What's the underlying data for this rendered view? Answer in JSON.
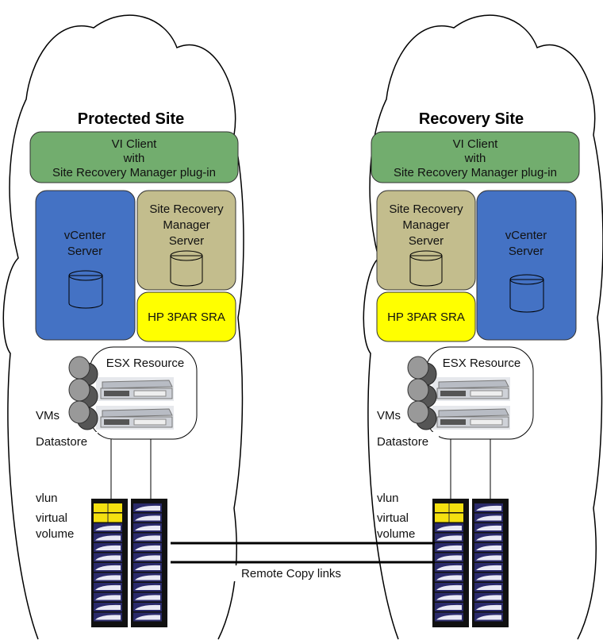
{
  "sites": [
    {
      "title": "Protected Site",
      "client": [
        "VI Client",
        "with",
        "Site Recovery Manager plug-in"
      ],
      "vcenter": [
        "vCenter",
        "Server"
      ],
      "srm": [
        "Site Recovery",
        "Manager",
        "Server"
      ],
      "sra": "HP 3PAR SRA",
      "esx": "ESX Resource",
      "vms": "VMs",
      "datastore": "Datastore",
      "vlun": "vlun",
      "vv": [
        "virtual",
        "volume"
      ]
    },
    {
      "title": "Recovery Site",
      "client": [
        "VI Client",
        "with",
        "Site Recovery Manager plug-in"
      ],
      "vcenter": [
        "vCenter",
        "Server"
      ],
      "srm": [
        "Site Recovery",
        "Manager",
        "Server"
      ],
      "sra": "HP 3PAR SRA",
      "esx": "ESX Resource",
      "vms": "VMs",
      "datastore": "Datastore",
      "vlun": "vlun",
      "vv": [
        "virtual",
        "volume"
      ]
    }
  ],
  "link_label": "Remote Copy links",
  "colors": {
    "client": "#72ad6e",
    "vcenter": "#4472c4",
    "srm": "#c3bd8d",
    "sra": "#ffff00",
    "cloud_stroke": "#000000"
  }
}
